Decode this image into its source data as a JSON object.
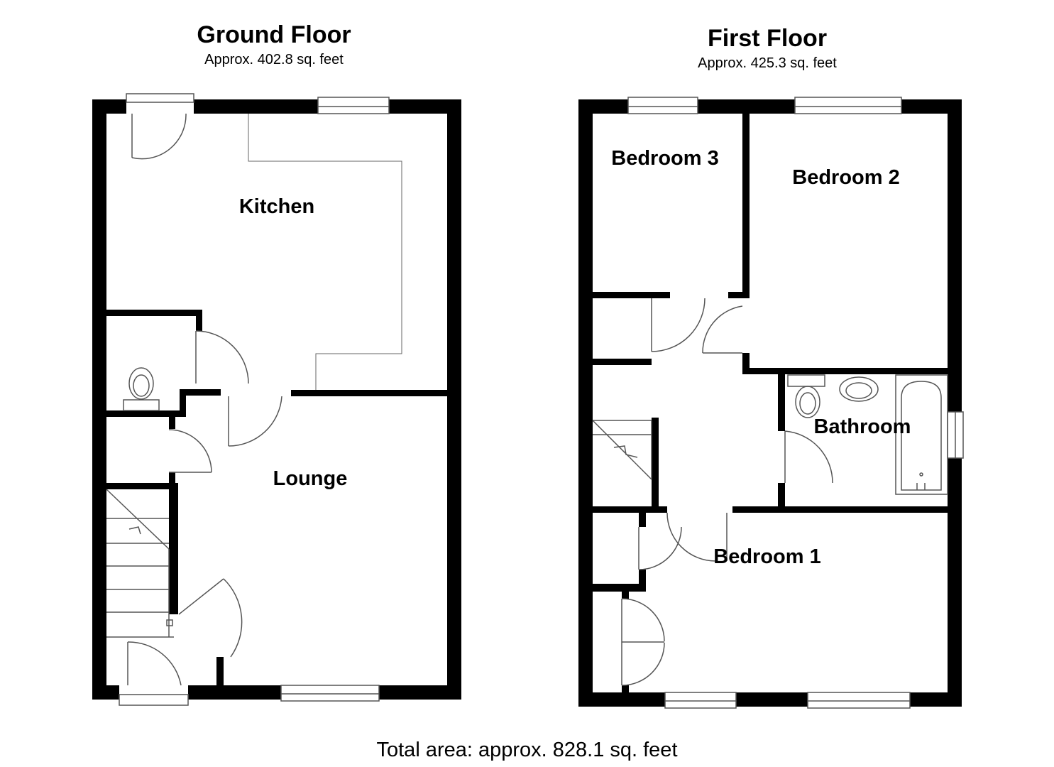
{
  "ground_floor": {
    "title": "Ground Floor",
    "area": "Approx. 402.8 sq. feet",
    "rooms": [
      "Kitchen",
      "Lounge"
    ]
  },
  "first_floor": {
    "title": "First Floor",
    "area": "Approx. 425.3 sq. feet",
    "rooms": [
      "Bedroom 3",
      "Bedroom 2",
      "Bathroom",
      "Bedroom 1"
    ]
  },
  "total_area": "Total area: approx. 828.1 sq. feet",
  "colors": {
    "wall": "#000000",
    "fixture": "#555555",
    "background": "#ffffff"
  }
}
